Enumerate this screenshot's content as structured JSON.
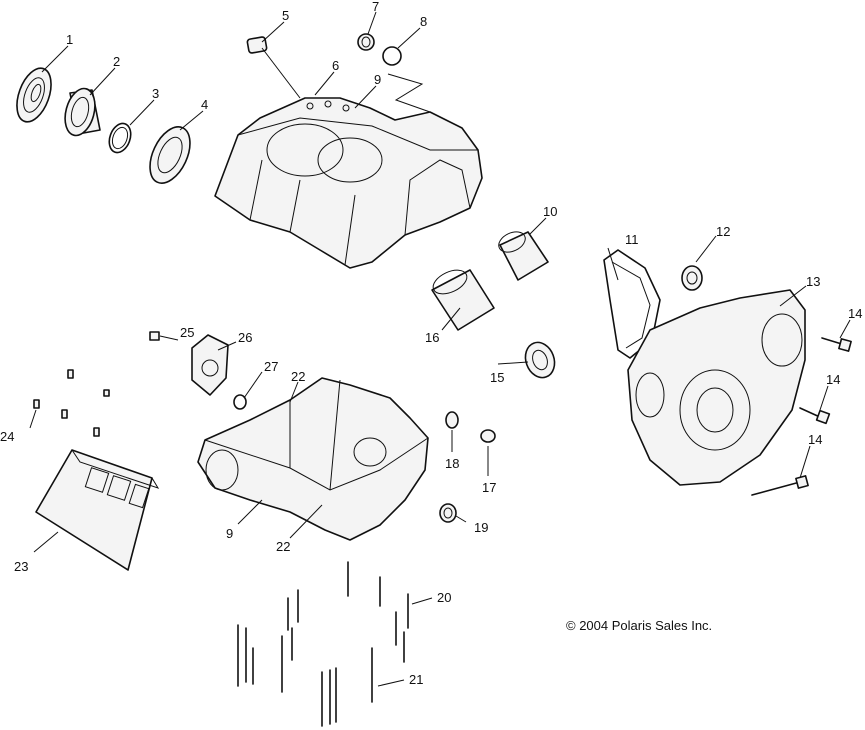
{
  "callouts": [
    {
      "id": "c1",
      "label": "1"
    },
    {
      "id": "c2",
      "label": "2"
    },
    {
      "id": "c3",
      "label": "3"
    },
    {
      "id": "c4",
      "label": "4"
    },
    {
      "id": "c5",
      "label": "5"
    },
    {
      "id": "c6",
      "label": "6"
    },
    {
      "id": "c7",
      "label": "7"
    },
    {
      "id": "c8",
      "label": "8"
    },
    {
      "id": "c9a",
      "label": "9"
    },
    {
      "id": "c9b",
      "label": "9"
    },
    {
      "id": "c10",
      "label": "10"
    },
    {
      "id": "c11",
      "label": "11"
    },
    {
      "id": "c12",
      "label": "12"
    },
    {
      "id": "c13",
      "label": "13"
    },
    {
      "id": "c14a",
      "label": "14"
    },
    {
      "id": "c14b",
      "label": "14"
    },
    {
      "id": "c14c",
      "label": "14"
    },
    {
      "id": "c15",
      "label": "15"
    },
    {
      "id": "c16",
      "label": "16"
    },
    {
      "id": "c17",
      "label": "17"
    },
    {
      "id": "c18",
      "label": "18"
    },
    {
      "id": "c19",
      "label": "19"
    },
    {
      "id": "c20",
      "label": "20"
    },
    {
      "id": "c21",
      "label": "21"
    },
    {
      "id": "c22a",
      "label": "22"
    },
    {
      "id": "c22b",
      "label": "22"
    },
    {
      "id": "c23",
      "label": "23"
    },
    {
      "id": "c24",
      "label": "24"
    },
    {
      "id": "c25",
      "label": "25"
    },
    {
      "id": "c26",
      "label": "26"
    },
    {
      "id": "c27",
      "label": "27"
    }
  ],
  "copyright": "© 2004 Polaris Sales Inc."
}
